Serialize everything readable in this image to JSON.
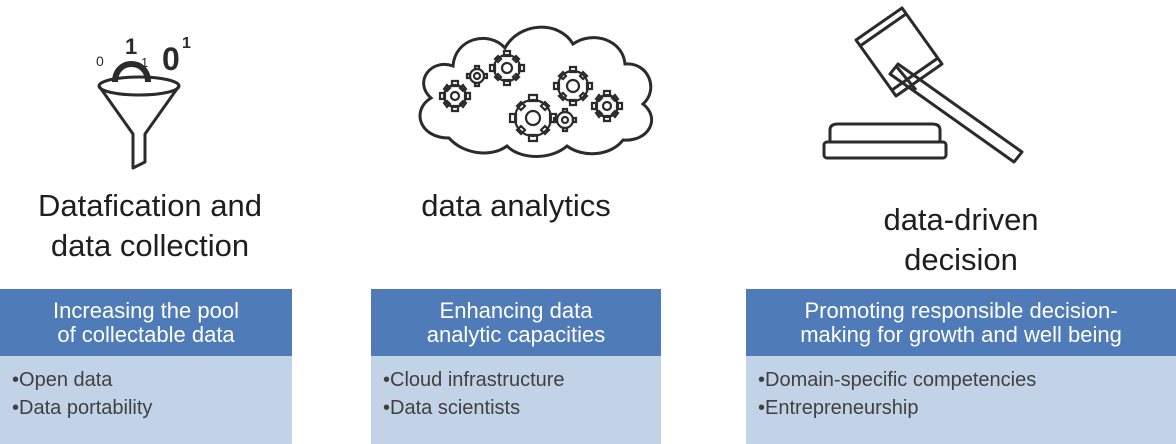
{
  "stages": [
    {
      "icon": "funnel-binary-icon",
      "title_lines": [
        "Datafication and",
        "data collection"
      ],
      "header_lines": [
        "Increasing the pool",
        "of collectable data"
      ],
      "bullets": [
        "Open data",
        "Data portability"
      ]
    },
    {
      "icon": "cloud-gears-icon",
      "title_lines": [
        "data analytics"
      ],
      "header_lines": [
        "Enhancing data",
        "analytic capacities"
      ],
      "bullets": [
        "Cloud infrastructure",
        "Data scientists"
      ]
    },
    {
      "icon": "gavel-icon",
      "title_lines": [
        "data-driven",
        "decision"
      ],
      "header_lines": [
        "Promoting responsible decision-",
        "making for growth and well being"
      ],
      "bullets": [
        "Domain-specific competencies",
        "Entrepreneurship"
      ]
    }
  ],
  "binary_digits": [
    "0",
    "1",
    "1",
    "0",
    "1"
  ],
  "colors": {
    "header_bg": "#4f7bb8",
    "body_bg": "#c2d3e8",
    "icon_stroke": "#2b2b2b"
  }
}
